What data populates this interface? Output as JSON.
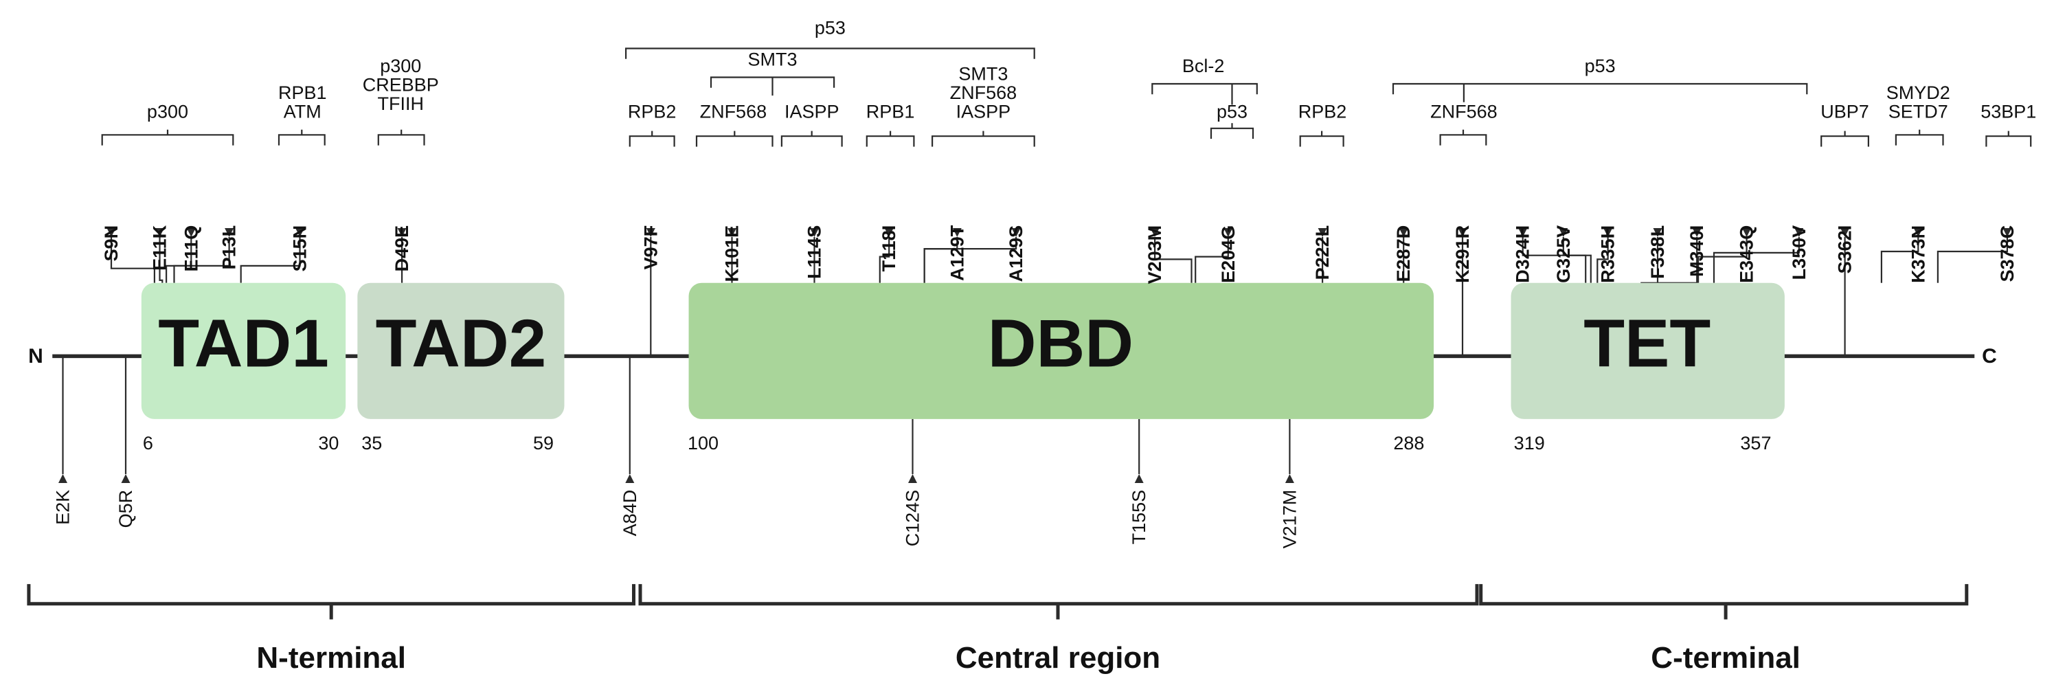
{
  "termini": {
    "n": "N",
    "c": "C"
  },
  "domains": [
    {
      "id": "tad1",
      "label": "TAD1",
      "start": "6",
      "end": "30",
      "color": "#c4ebc6"
    },
    {
      "id": "tad2",
      "label": "TAD2",
      "start": "35",
      "end": "59",
      "color": "#c9dcc9"
    },
    {
      "id": "dbd",
      "label": "DBD",
      "start": "100",
      "end": "288",
      "color": "#a9d59a"
    },
    {
      "id": "tet",
      "label": "TET",
      "start": "319",
      "end": "357",
      "color": "#c7dfc7"
    }
  ],
  "mutations_top": [
    "S9N",
    "E11K",
    "E11Q",
    "P13L",
    "S15N",
    "D49E",
    "V97F",
    "K101E",
    "L114S",
    "T118I",
    "A129T",
    "A129S",
    "V203M",
    "E204G",
    "P222L",
    "E287D",
    "K291R",
    "D324H",
    "G325V",
    "R335H",
    "F338L",
    "M340I",
    "E343Q",
    "L350V",
    "S362I",
    "K373N",
    "S378C"
  ],
  "mutations_bottom": [
    "E2K",
    "Q5R",
    "A84D",
    "C124S",
    "T155S",
    "V217M"
  ],
  "interactors": [
    {
      "id": "p300-a",
      "lines": [
        "p300"
      ]
    },
    {
      "id": "rpb1-atm",
      "lines": [
        "RPB1",
        "ATM"
      ]
    },
    {
      "id": "p300-crebbp-tfiih",
      "lines": [
        "p300",
        "CREBBP",
        "TFIIH"
      ]
    },
    {
      "id": "p53-top",
      "lines": [
        "p53"
      ]
    },
    {
      "id": "smt3-a",
      "lines": [
        "SMT3"
      ]
    },
    {
      "id": "rpb2-a",
      "lines": [
        "RPB2"
      ]
    },
    {
      "id": "znf568-a",
      "lines": [
        "ZNF568"
      ]
    },
    {
      "id": "iaspp-a",
      "lines": [
        "IASPP"
      ]
    },
    {
      "id": "rpb1-b",
      "lines": [
        "RPB1"
      ]
    },
    {
      "id": "smt3-znf568-iaspp",
      "lines": [
        "SMT3",
        "ZNF568",
        "IASPP"
      ]
    },
    {
      "id": "bcl2",
      "lines": [
        "Bcl-2"
      ]
    },
    {
      "id": "p53-small",
      "lines": [
        "p53"
      ]
    },
    {
      "id": "rpb2-b",
      "lines": [
        "RPB2"
      ]
    },
    {
      "id": "p53-right",
      "lines": [
        "p53"
      ]
    },
    {
      "id": "znf568-b",
      "lines": [
        "ZNF568"
      ]
    },
    {
      "id": "ubp7",
      "lines": [
        "UBP7"
      ]
    },
    {
      "id": "smyd2-setd7",
      "lines": [
        "SMYD2",
        "SETD7"
      ]
    },
    {
      "id": "53bp1",
      "lines": [
        "53BP1"
      ]
    }
  ],
  "regions": [
    {
      "id": "n-terminal",
      "label": "N-terminal"
    },
    {
      "id": "central-region",
      "label": "Central region"
    },
    {
      "id": "c-terminal",
      "label": "C-terminal"
    }
  ],
  "colors": {
    "line": "#2b2b2b",
    "text": "#111111"
  }
}
